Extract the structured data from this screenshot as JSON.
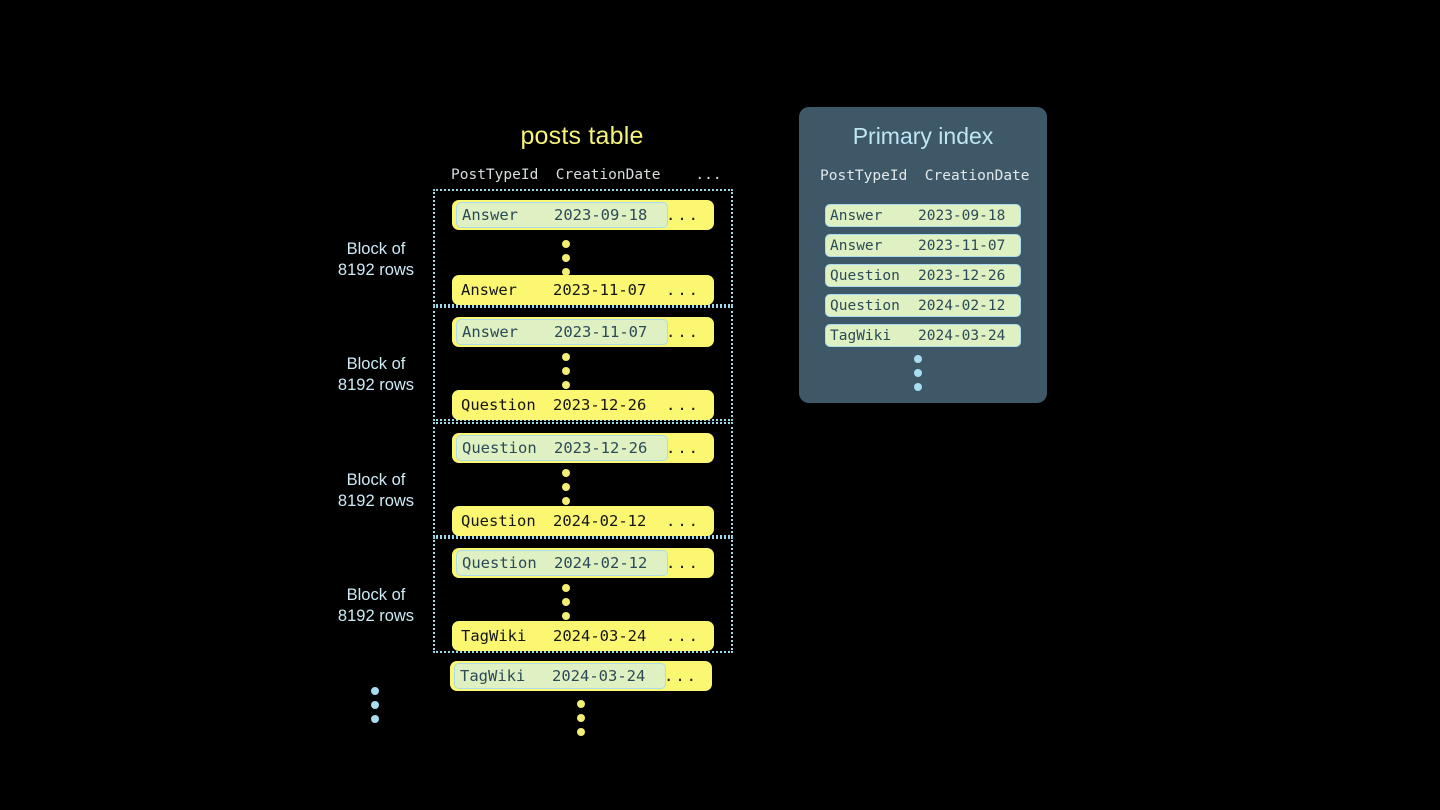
{
  "posts_table": {
    "title": "posts table",
    "columns": [
      "PostTypeId",
      "CreationDate",
      "..."
    ],
    "header_line": "PostTypeId  CreationDate    ...",
    "ellipsis_label": "...",
    "blocks": [
      {
        "label": "Block of\n8192 rows",
        "first_row": {
          "post_type_id": "Answer",
          "creation_date": "2023-09-18",
          "more": "...",
          "highlighted": true
        },
        "last_row": {
          "post_type_id": "Answer",
          "creation_date": "2023-11-07",
          "more": "...",
          "highlighted": false
        }
      },
      {
        "label": "Block of\n8192 rows",
        "first_row": {
          "post_type_id": "Answer",
          "creation_date": "2023-11-07",
          "more": "...",
          "highlighted": true
        },
        "last_row": {
          "post_type_id": "Question",
          "creation_date": "2023-12-26",
          "more": "...",
          "highlighted": false
        }
      },
      {
        "label": "Block of\n8192 rows",
        "first_row": {
          "post_type_id": "Question",
          "creation_date": "2023-12-26",
          "more": "...",
          "highlighted": true
        },
        "last_row": {
          "post_type_id": "Question",
          "creation_date": "2024-02-12",
          "more": "...",
          "highlighted": false
        }
      },
      {
        "label": "Block of\n8192 rows",
        "first_row": {
          "post_type_id": "Question",
          "creation_date": "2024-02-12",
          "more": "...",
          "highlighted": true
        },
        "last_row": {
          "post_type_id": "TagWiki",
          "creation_date": "2024-03-24",
          "more": "...",
          "highlighted": false
        }
      }
    ],
    "trailing_row": {
      "post_type_id": "TagWiki",
      "creation_date": "2024-03-24",
      "more": "...",
      "highlighted": true
    }
  },
  "primary_index": {
    "title": "Primary index",
    "columns": [
      "PostTypeId",
      "CreationDate"
    ],
    "header_line": "PostTypeId  CreationDate",
    "rows": [
      {
        "post_type_id": "Answer",
        "creation_date": "2023-09-18"
      },
      {
        "post_type_id": "Answer",
        "creation_date": "2023-11-07"
      },
      {
        "post_type_id": "Question",
        "creation_date": "2023-12-26"
      },
      {
        "post_type_id": "Question",
        "creation_date": "2024-02-12"
      },
      {
        "post_type_id": "TagWiki",
        "creation_date": "2024-03-24"
      }
    ]
  },
  "colors": {
    "background": "#000000",
    "row_yellow": "#fbf771",
    "highlight_green": "#dff0c2",
    "highlight_border": "#a9dced",
    "panel_slate": "#3e5868",
    "title_yellow": "#f7f27a",
    "title_blue": "#bfe6f4",
    "label_blue": "#cdeaf5",
    "dot_yellow": "#f3ef74",
    "dot_blue": "#a9dcee",
    "block_border": "#9fd8ea"
  }
}
